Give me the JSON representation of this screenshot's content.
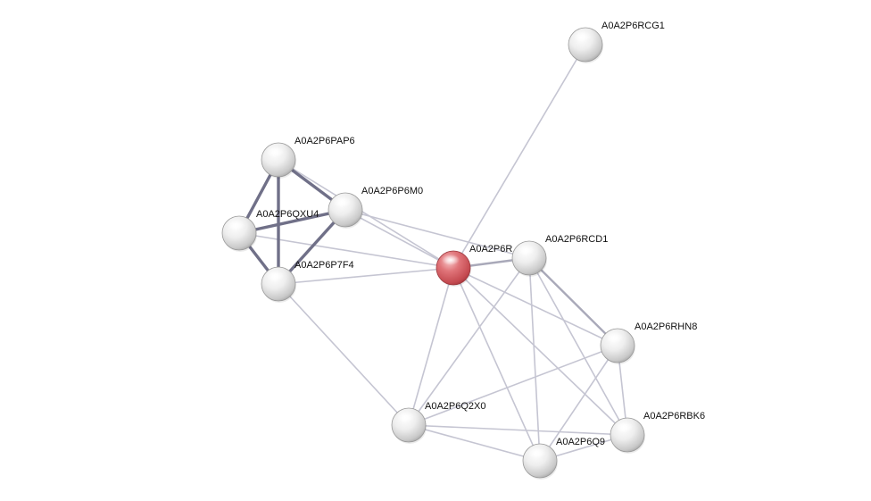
{
  "network": {
    "nodes": [
      {
        "id": "n_rcg1",
        "label": "A0A2P6RCG1",
        "color": "#e8e8e8"
      },
      {
        "id": "n_pap6",
        "label": "A0A2P6PAP6",
        "color": "#e8e8e8"
      },
      {
        "id": "n_m0",
        "label": "A0A2P6P6M0",
        "color": "#e8e8e8"
      },
      {
        "id": "n_qxu4",
        "label": "A0A2P6QXU4",
        "color": "#e8e8e8"
      },
      {
        "id": "n_p7f4",
        "label": "A0A2P6P7F4",
        "color": "#e8e8e8"
      },
      {
        "id": "n_center",
        "label": "A0A2P6R",
        "color": "#d9595e",
        "query": true
      },
      {
        "id": "n_rcd1",
        "label": "A0A2P6RCD1",
        "color": "#e8e8e8"
      },
      {
        "id": "n_rhn8",
        "label": "A0A2P6RHN8",
        "color": "#e8e8e8"
      },
      {
        "id": "n_rbk6",
        "label": "A0A2P6RBK6",
        "color": "#e8e8e8"
      },
      {
        "id": "n_q2x0",
        "label": "A0A2P6Q2X0",
        "color": "#e8e8e8"
      },
      {
        "id": "n_q9",
        "label": "A0A2P6Q9",
        "color": "#e8e8e8"
      }
    ],
    "edges": [
      {
        "source": "n_center",
        "target": "n_rcg1",
        "strength": "weak"
      },
      {
        "source": "n_center",
        "target": "n_m0",
        "strength": "weak"
      },
      {
        "source": "n_center",
        "target": "n_qxu4",
        "strength": "weak"
      },
      {
        "source": "n_center",
        "target": "n_p7f4",
        "strength": "weak"
      },
      {
        "source": "n_center",
        "target": "n_pap6",
        "strength": "weak"
      },
      {
        "source": "n_center",
        "target": "n_rcd1",
        "strength": "medium"
      },
      {
        "source": "n_center",
        "target": "n_rhn8",
        "strength": "weak"
      },
      {
        "source": "n_center",
        "target": "n_rbk6",
        "strength": "weak"
      },
      {
        "source": "n_center",
        "target": "n_q2x0",
        "strength": "weak"
      },
      {
        "source": "n_center",
        "target": "n_q9",
        "strength": "weak"
      },
      {
        "source": "n_pap6",
        "target": "n_m0",
        "strength": "strong"
      },
      {
        "source": "n_pap6",
        "target": "n_qxu4",
        "strength": "strong"
      },
      {
        "source": "n_pap6",
        "target": "n_p7f4",
        "strength": "strong"
      },
      {
        "source": "n_m0",
        "target": "n_qxu4",
        "strength": "strong"
      },
      {
        "source": "n_m0",
        "target": "n_p7f4",
        "strength": "strong"
      },
      {
        "source": "n_qxu4",
        "target": "n_p7f4",
        "strength": "strong"
      },
      {
        "source": "n_m0",
        "target": "n_rcd1",
        "strength": "weak"
      },
      {
        "source": "n_p7f4",
        "target": "n_q2x0",
        "strength": "weak"
      },
      {
        "source": "n_rcd1",
        "target": "n_rhn8",
        "strength": "medium"
      },
      {
        "source": "n_rcd1",
        "target": "n_rbk6",
        "strength": "weak"
      },
      {
        "source": "n_rcd1",
        "target": "n_q2x0",
        "strength": "weak"
      },
      {
        "source": "n_rcd1",
        "target": "n_q9",
        "strength": "weak"
      },
      {
        "source": "n_rhn8",
        "target": "n_rbk6",
        "strength": "weak"
      },
      {
        "source": "n_rhn8",
        "target": "n_q2x0",
        "strength": "weak"
      },
      {
        "source": "n_rhn8",
        "target": "n_q9",
        "strength": "weak"
      },
      {
        "source": "n_q2x0",
        "target": "n_q9",
        "strength": "weak"
      },
      {
        "source": "n_q2x0",
        "target": "n_rbk6",
        "strength": "weak"
      },
      {
        "source": "n_q9",
        "target": "n_rbk6",
        "strength": "weak"
      }
    ],
    "edge_colors": {
      "weak": "#c5c5d2",
      "medium": "#a9a9b9",
      "strong": "#707088"
    }
  }
}
